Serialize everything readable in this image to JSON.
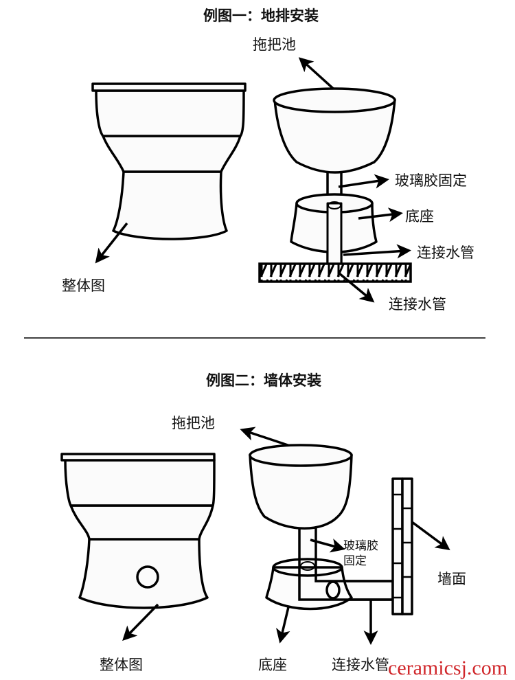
{
  "section1": {
    "title": "例图一：地排安装",
    "labels": {
      "mop_sink": "拖把池",
      "whole_view": "整体图",
      "glass_glue": "玻璃胶固定",
      "base": "底座",
      "pipe_upper": "连接水管",
      "pipe_lower": "连接水管"
    }
  },
  "section2": {
    "title": "例图二：墙体安装",
    "labels": {
      "mop_sink": "拖把池",
      "whole_view": "整体图",
      "glass_glue_line1": "玻璃胶",
      "glass_glue_line2": "固定",
      "wall": "墙面",
      "base": "底座",
      "pipe": "连接水管"
    }
  },
  "watermark": {
    "text": "ceramicsj.com",
    "color": "#d0262a"
  }
}
